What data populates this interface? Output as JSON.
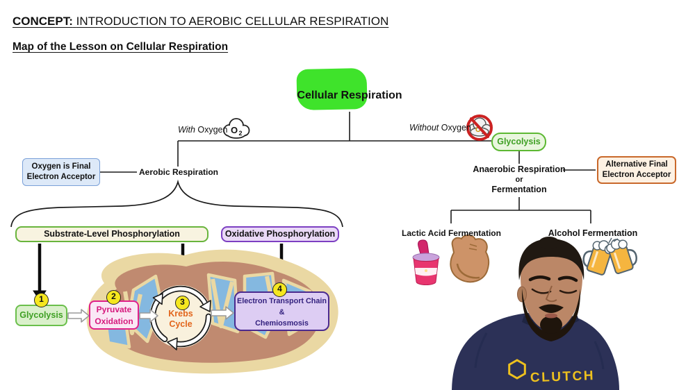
{
  "header": {
    "concept_label": "CONCEPT:",
    "concept_title": "INTRODUCTION TO AEROBIC CELLULAR RESPIRATION",
    "subtitle": "Map of the Lesson on Cellular Respiration"
  },
  "tree": {
    "root": "Cellular Respiration",
    "with_oxygen": {
      "qualifier": "With",
      "rest": "Oxygen"
    },
    "without_oxygen": {
      "qualifier": "Without",
      "rest": "Oxygen"
    },
    "o2": {
      "symbol": "O",
      "subscript": "2"
    },
    "aerobic_label": "Aerobic Respiration",
    "aerobic_note": {
      "line1": "Oxygen is Final",
      "line2": "Electron Acceptor"
    },
    "anaerobic_glycolysis": "Glycolysis",
    "anaerobic_label": {
      "line1": "Anaerobic Respiration",
      "line2": "or",
      "line3": "Fermentation"
    },
    "anaerobic_note": {
      "line1": "Alternative Final",
      "line2": "Electron Acceptor"
    },
    "lactic_label": "Lactic Acid Fermentation",
    "alcohol_label": "Alcohol Fermentation"
  },
  "pathways": {
    "substrate": "Substrate-Level Phosphorylation",
    "oxidative": "Oxidative Phosphorylation"
  },
  "steps": [
    {
      "num": "1",
      "lines": [
        "Glycolysis"
      ]
    },
    {
      "num": "2",
      "lines": [
        "Pyruvate",
        "Oxidation"
      ]
    },
    {
      "num": "3",
      "lines": [
        "Krebs",
        "Cycle"
      ]
    },
    {
      "num": "4",
      "lines": [
        "Electron Transport Chain",
        "&",
        "Chemiosmosis"
      ]
    }
  ],
  "webcam": {
    "shirt_logo": "CLUTCH"
  },
  "colors": {
    "highlight_green": "#3fe32b",
    "aerobic_note_blue": "#7aa0d8",
    "anaerobic_note_orange": "#c9682a",
    "glycolysis_green": "#5cb832",
    "pyruvate_magenta": "#e0218a",
    "krebs_orange": "#e2651c",
    "etc_purple": "#4a2a8e",
    "badge_yellow": "#f5e71f",
    "no_symbol_red": "#cc2222"
  }
}
